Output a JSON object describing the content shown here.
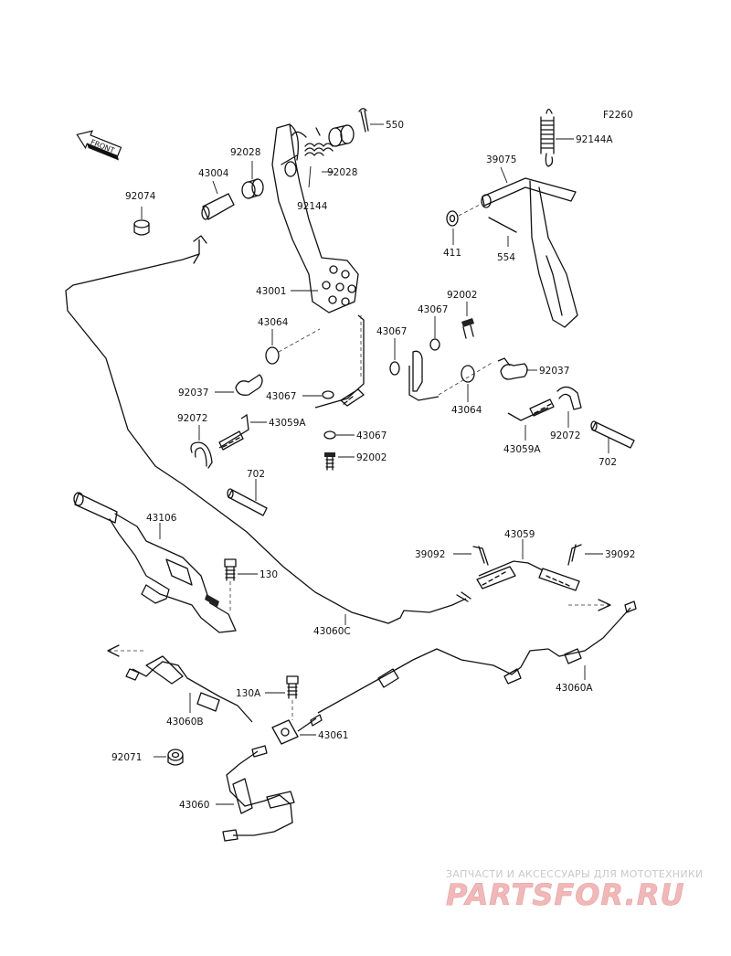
{
  "diagram": {
    "code": "F2260",
    "front_label": "FRONT",
    "labels": {
      "550": "550",
      "92144A": "92144A",
      "92028a": "92028",
      "92028b": "92028",
      "43004": "43004",
      "92144": "92144",
      "39075": "39075",
      "92074": "92074",
      "411": "411",
      "554": "554",
      "43001": "43001",
      "92002a": "92002",
      "43064a": "43064",
      "43067a": "43067",
      "43067b": "43067",
      "92037a": "92037",
      "43067c": "43067",
      "92037b": "92037",
      "43064b": "43064",
      "92072a": "92072",
      "43059A_a": "43059A",
      "43067d": "43067",
      "92072b": "92072",
      "92002b": "92002",
      "43059A_b": "43059A",
      "702a": "702",
      "702b": "702",
      "43106": "43106",
      "43059": "43059",
      "39092a": "39092",
      "39092b": "39092",
      "130": "130",
      "43060C": "43060C",
      "43060A": "43060A",
      "130A": "130A",
      "43060B": "43060B",
      "43061": "43061",
      "92071": "92071",
      "43060": "43060"
    }
  },
  "watermark": {
    "tagline": "ЗАПЧАСТИ И АКСЕССУАРЫ ДЛЯ МОТОТЕХНИКИ",
    "logo_text": "PARTSFOR.RU",
    "color": "#f2b8b8"
  }
}
